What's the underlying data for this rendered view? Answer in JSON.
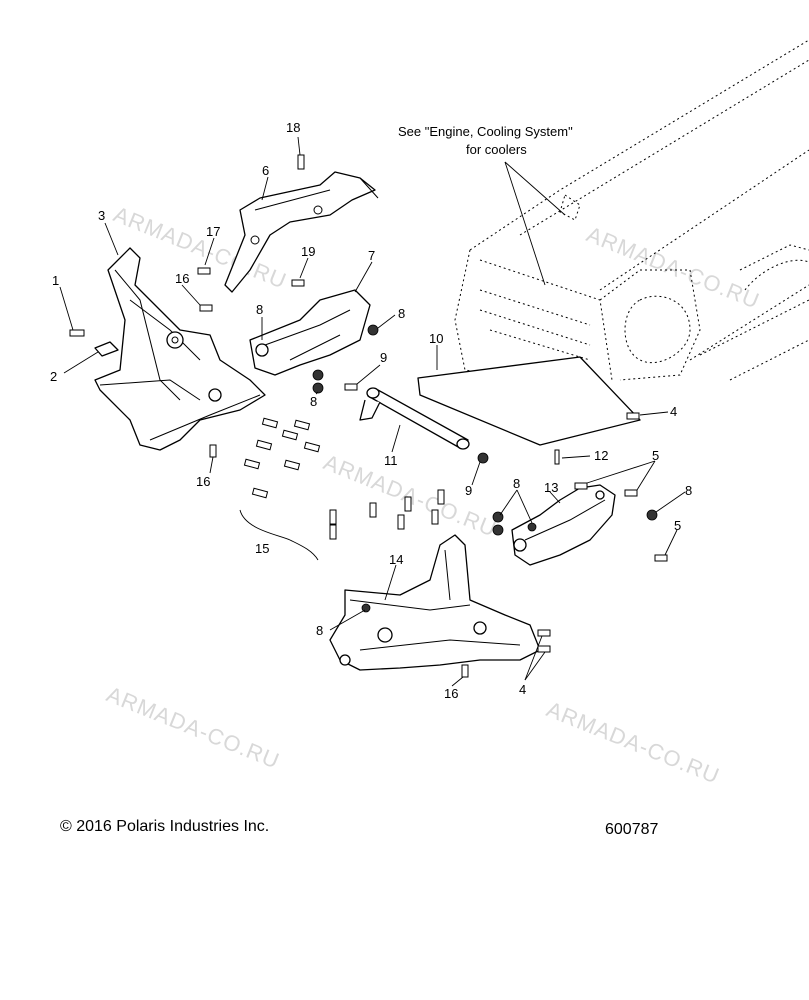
{
  "note": {
    "line1": "See \"Engine, Cooling System\"",
    "line2": "for coolers"
  },
  "watermark": "ARMADA-CO.RU",
  "footer": {
    "copyright": "© 2016 Polaris Industries Inc.",
    "diagram_number": "600787"
  },
  "callouts": {
    "c18": "18",
    "c6": "6",
    "c3": "3",
    "c17": "17",
    "c19": "19",
    "c7": "7",
    "c16a": "16",
    "c1": "1",
    "c8a": "8",
    "c8b": "8",
    "c2": "2",
    "c8c": "8",
    "c9a": "9",
    "c10": "10",
    "c4a": "4",
    "c11": "11",
    "c9b": "9",
    "c12": "12",
    "c5a": "5",
    "c16b": "16",
    "c8d": "8",
    "c13": "13",
    "c8e": "8",
    "c5b": "5",
    "c15": "15",
    "c14": "14",
    "c8f": "8",
    "c16c": "16",
    "c4b": "4"
  }
}
